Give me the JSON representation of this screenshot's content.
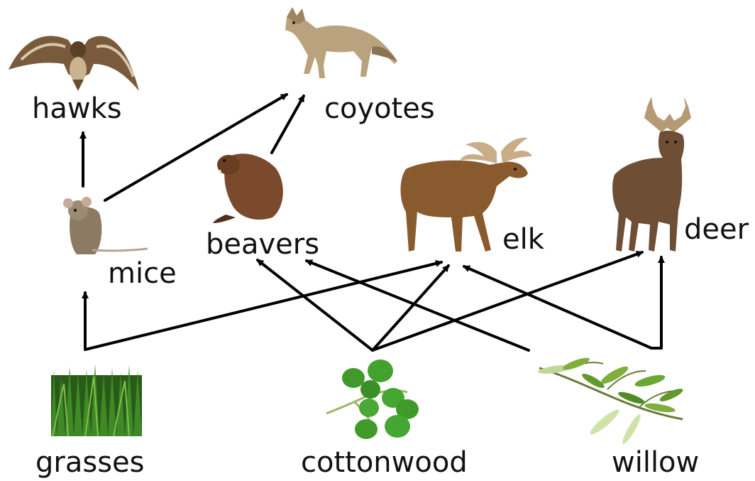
{
  "organisms": {
    "hawks": "hawks",
    "coyotes": "coyotes",
    "mice": "mice",
    "beavers": "beavers",
    "elk": "elk",
    "deer": "deer",
    "grasses": "grasses",
    "cottonwood": "cottonwood",
    "willow": "willow"
  },
  "colors": {
    "arrow": "#000000",
    "label": "#111111",
    "hawk_brown": "#7a5a3c",
    "coyote_tan": "#b9a27e",
    "mouse_brown": "#8c7a63",
    "beaver_brown": "#7b4a2c",
    "elk_brown": "#8a5a2f",
    "deer_brown": "#6e4f36",
    "grass_green": "#2f6e1f",
    "leaf_green": "#3f9a2a",
    "willow_green": "#7fae3c"
  },
  "icons": [
    "hawk-icon",
    "coyote-icon",
    "mouse-icon",
    "beaver-icon",
    "elk-icon",
    "deer-icon",
    "grass-icon",
    "cottonwood-leaf-icon",
    "willow-branch-icon"
  ]
}
